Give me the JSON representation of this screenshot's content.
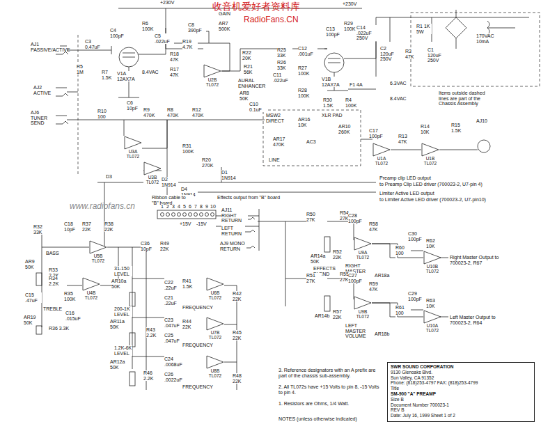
{
  "diagram": {
    "nodes": [
      {
        "text": [
          "SWR SOUND CORPORATION",
          "9130 Glenoaks Blvd.",
          "Sun Valley, CA 91352",
          "Phone: (818)253-4797 FAX: (818)253-4799",
          "Title",
          "SM-900 \"A\" PREAMP",
          "Size B",
          "Document Number 700023-1",
          "REV B",
          "Date: July 16, 1999 Sheet 1 of 2"
        ]
      },
      {
        "text": [
          "U2B TL072"
        ]
      },
      {
        "text": [
          "U3A TL072"
        ]
      },
      {
        "text": [
          "U3B TL072"
        ]
      },
      {
        "text": [
          "U1A TL072"
        ]
      },
      {
        "text": [
          "U1B TL072"
        ]
      },
      {
        "text": [
          "U5B TL072"
        ]
      },
      {
        "text": [
          "U4B TL072"
        ]
      },
      {
        "text": [
          "U6B TL072"
        ]
      },
      {
        "text": [
          "U7B TL072"
        ]
      },
      {
        "text": [
          "U8B TL072"
        ]
      },
      {
        "text": [
          "U9A TL072"
        ]
      },
      {
        "text": [
          "U9B TL072"
        ]
      },
      {
        "text": [
          "U10B TL072"
        ]
      },
      {
        "text": [
          "U10A TL072"
        ]
      }
    ],
    "edges": [
      {
        "from": 4,
        "to": 5,
        "arrow": "none"
      },
      {
        "from": 11,
        "to": 13,
        "arrow": "none"
      },
      {
        "from": 12,
        "to": 14,
        "arrow": "none"
      }
    ],
    "labels": [
      "收音机爱好者资料库",
      "RadioFans.CN",
      "www.radiofans.cn",
      "AJ1 PASSIVE/ACTIVE",
      "AJ2 ACTIVE",
      "AJ6 TUNER SEND",
      "C3 0.47uF",
      "R5 1M",
      "R7 1.5K",
      "V1A 12AX7A",
      "C4 100pF",
      "+230V",
      "R6 100K",
      "C5 .022uF",
      "8.4VAC",
      "C8 390pF",
      "GAIN",
      "AR7 500K",
      "R19 4.7K",
      "R18 47K",
      "R17 47K",
      "R22 20K",
      "R21 56K",
      "AURAL ENHANCER",
      "AR8 50K",
      "C10 0.1uF",
      "C11 .022uF",
      "R25 33K",
      "C12 .001uF",
      "R26 33K",
      "R27 100K",
      "R28 100K",
      "C13 100pF",
      "R29 100K",
      "+230V",
      "C14 .022uF 250V",
      "V1B 12AX7A",
      "F1 4A",
      "6.3VAC",
      "8.4VAC",
      "R30 1.5K",
      "R4 100K",
      "R1 1K 5W",
      "C2 120uF 250V",
      "R3 47K",
      "C1 120uF 250V",
      "170VAC 10mA",
      "Items outside dashed lines are part of the Chassis Assembly",
      "C6 10pF",
      "R10 100",
      "R9 470K",
      "R8 470K",
      "R12 470K",
      "R31 100K",
      "R20 270K",
      "D1 1N914",
      "D2 1N914",
      "D3",
      "D4 1N914",
      "MSW2 DIRECT",
      "AR16 10K",
      "XLR PAD",
      "AR10 260K",
      "AR17 470K",
      "AC3",
      "LINE",
      "C17 100pF",
      "R13 47K",
      "R14 10K",
      "R15 1.5K",
      "AJ10",
      "Preamp clip LED output",
      "to Preamp Clip LED driver (700023-2, U7-pin 4)",
      "Limiter Active LED output",
      "to Limiter Active LED driver (700023-2, U7-pin10)",
      "Ribbon cable to \"B\" board",
      "Effects output from \"B\" board",
      "1",
      "2",
      "3",
      "4",
      "5",
      "6",
      "7",
      "8",
      "9",
      "10",
      "+15V",
      "-15V",
      "AJ11 RIGHT RETURN",
      "LEFT RETURN",
      "AJ9 MONO RETURN",
      "R32 33K",
      "C18 10pF",
      "R37 22K",
      "R38 22K",
      "BASS",
      "AR9 50K",
      "R33 2.2K",
      "R34 2.2K",
      "C15 .47uF",
      "R35 100K",
      "TREBLE",
      "AR19 50K",
      "C16 .015uF",
      "R36 3.3K",
      "C36 10pF",
      "R49 22K",
      "31-150 LEVEL",
      "AR10a 50K",
      "C22 .22uF",
      "R41 1.5K",
      "C21 .22uF",
      "FREQUENCY",
      "R42 22K",
      "200-1K LEVEL",
      "AR11a 50K",
      "R43 2.2K",
      "C23 .047uF",
      "R44 22K",
      "C25 .047uF",
      "FREQUENCY",
      "R45 22K",
      "1.2K-6K LEVEL",
      "AR12a 50K",
      "R46 2.2K",
      "C24 .0068uF",
      "C26 .0022uF",
      "FREQUENCY",
      "R48 22K",
      "R50 27K",
      "R54 27K",
      "AR14a 50K",
      "C28 100pF",
      "R58 47K",
      "R52 22K",
      "EFFECTS BLEND",
      "RIGHT MASTER VOLUME",
      "AR18a",
      "R60 100",
      "C30 100pF",
      "R62 10K",
      "Right Master Output to 700023-2, R67",
      "R51 27K",
      "R55 27K",
      "AR14b",
      "C27 100pF",
      "R59 47K",
      "R57 22K",
      "LEFT MASTER VOLUME",
      "AR18b",
      "R61 100",
      "C29 100pF",
      "R63 10K",
      "Left Master Output to 700023-2, R64",
      "3. Reference designators with an A prefix are part of the chassis sub-assembly.",
      "2. All TL072s have +15 Volts to pin 8, -15 Volts to pin 4.",
      "1. Resistors are Ohms, 1/4 Watt.",
      "NOTES (unless otherwise indicated)"
    ]
  }
}
